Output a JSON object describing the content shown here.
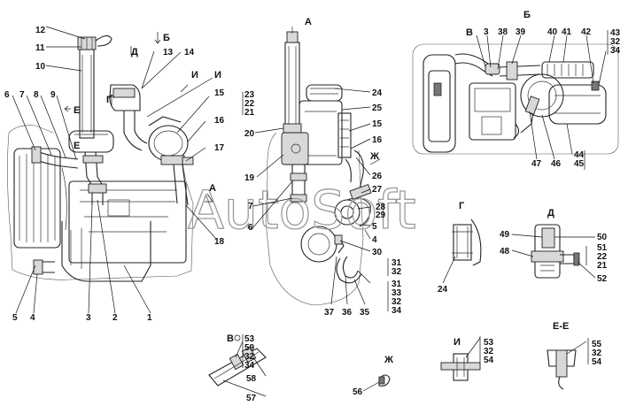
{
  "watermark": "AutoSoft",
  "views": {
    "a": "А",
    "b": "Б",
    "v": "В",
    "g": "Г",
    "d": "Д",
    "i": "И",
    "zh": "Ж",
    "ee": "Е-Е",
    "e_mark": "Е",
    "e_mark2": "Е",
    "b_arrow": "Б",
    "d_arrow": "Д",
    "g_arrow": "Г",
    "i_arrow": "И",
    "zh_arrow": "Ж",
    "a_arrow": "А"
  },
  "callouts_main": [
    "1",
    "2",
    "3",
    "4",
    "5",
    "6",
    "7",
    "8",
    "9",
    "10",
    "11",
    "12",
    "13",
    "14",
    "15",
    "16",
    "17",
    "18"
  ],
  "callouts_a": {
    "left_stack": [
      "23",
      "22",
      "21"
    ],
    "left": [
      "20",
      "19",
      "7",
      "6"
    ],
    "right": [
      "24",
      "25",
      "15",
      "16",
      "26",
      "27",
      "28",
      "29",
      "5",
      "4",
      "30",
      "31",
      "32",
      "31",
      "33",
      "32",
      "34"
    ],
    "bottom": [
      "37",
      "36",
      "35"
    ]
  },
  "callouts_b": {
    "top": [
      "В",
      "3",
      "38",
      "39",
      "40",
      "41",
      "42"
    ],
    "right_stack": [
      "43",
      "32",
      "34"
    ],
    "bottom": [
      "47",
      "46"
    ],
    "bottom_stack": [
      "44",
      "45"
    ]
  },
  "callouts_g": [
    "24"
  ],
  "callouts_d": {
    "left": [
      "49",
      "48"
    ],
    "right": [
      "50",
      "51",
      "22",
      "21",
      "52"
    ]
  },
  "callouts_v": {
    "stack": [
      "53",
      "59",
      "32",
      "34"
    ],
    "right": [
      "58",
      "57"
    ]
  },
  "callouts_zh": [
    "56"
  ],
  "callouts_i": [
    "53",
    "32",
    "54"
  ],
  "callouts_ee": [
    "55",
    "32",
    "54"
  ]
}
